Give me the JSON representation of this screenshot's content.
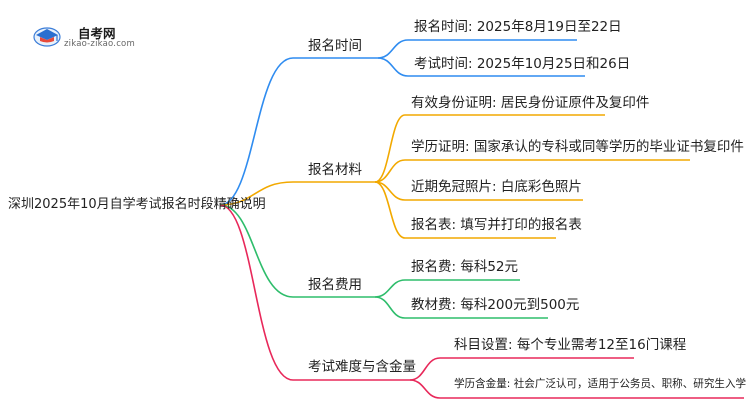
{
  "logo": {
    "name": "自考网",
    "url": "zikao-zikao.com"
  },
  "root": {
    "label": "深圳2025年10月自学考试报名时段精确说明"
  },
  "branches": [
    {
      "label": "报名时间",
      "color": "#2f8cf0",
      "leaves": [
        "报名时间: 2025年8月19日至22日",
        "考试时间: 2025年10月25日和26日"
      ]
    },
    {
      "label": "报名材料",
      "color": "#f2a900",
      "leaves": [
        "有效身份证明: 居民身份证原件及复印件",
        "学历证明: 国家承认的专科或同等学历的毕业证书复印件",
        "近期免冠照片: 白底彩色照片",
        "报名表: 填写并打印的报名表"
      ]
    },
    {
      "label": "报名费用",
      "color": "#2ebd6b",
      "leaves": [
        "报名费: 每科52元",
        "教材费: 每科200元到500元"
      ]
    },
    {
      "label": "考试难度与含金量",
      "color": "#e8285a",
      "leaves": [
        "科目设置: 每个专业需考12至16门课程",
        "学历含金量: 社会广泛认可，适用于公务员、职称、研究生入学"
      ]
    }
  ]
}
